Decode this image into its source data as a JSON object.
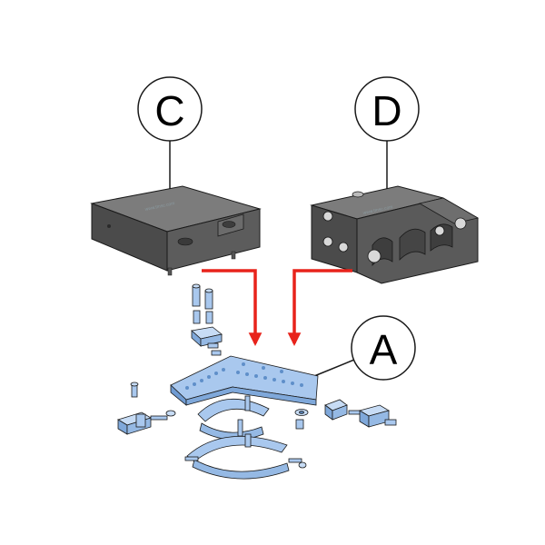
{
  "callouts": {
    "c": {
      "label": "C"
    },
    "d": {
      "label": "D"
    },
    "a": {
      "label": "A"
    }
  },
  "colors": {
    "arrow": "#e8231b",
    "part_blue": "#a9c8ee",
    "part_blue_dark": "#5f8fc9",
    "body_dark": "#4f4f4f",
    "body_top": "#7a7a7a",
    "outline": "#1a1a1a"
  },
  "watermarks": {
    "c": "www.tmsc.com",
    "d": "www.tmsc.com"
  }
}
